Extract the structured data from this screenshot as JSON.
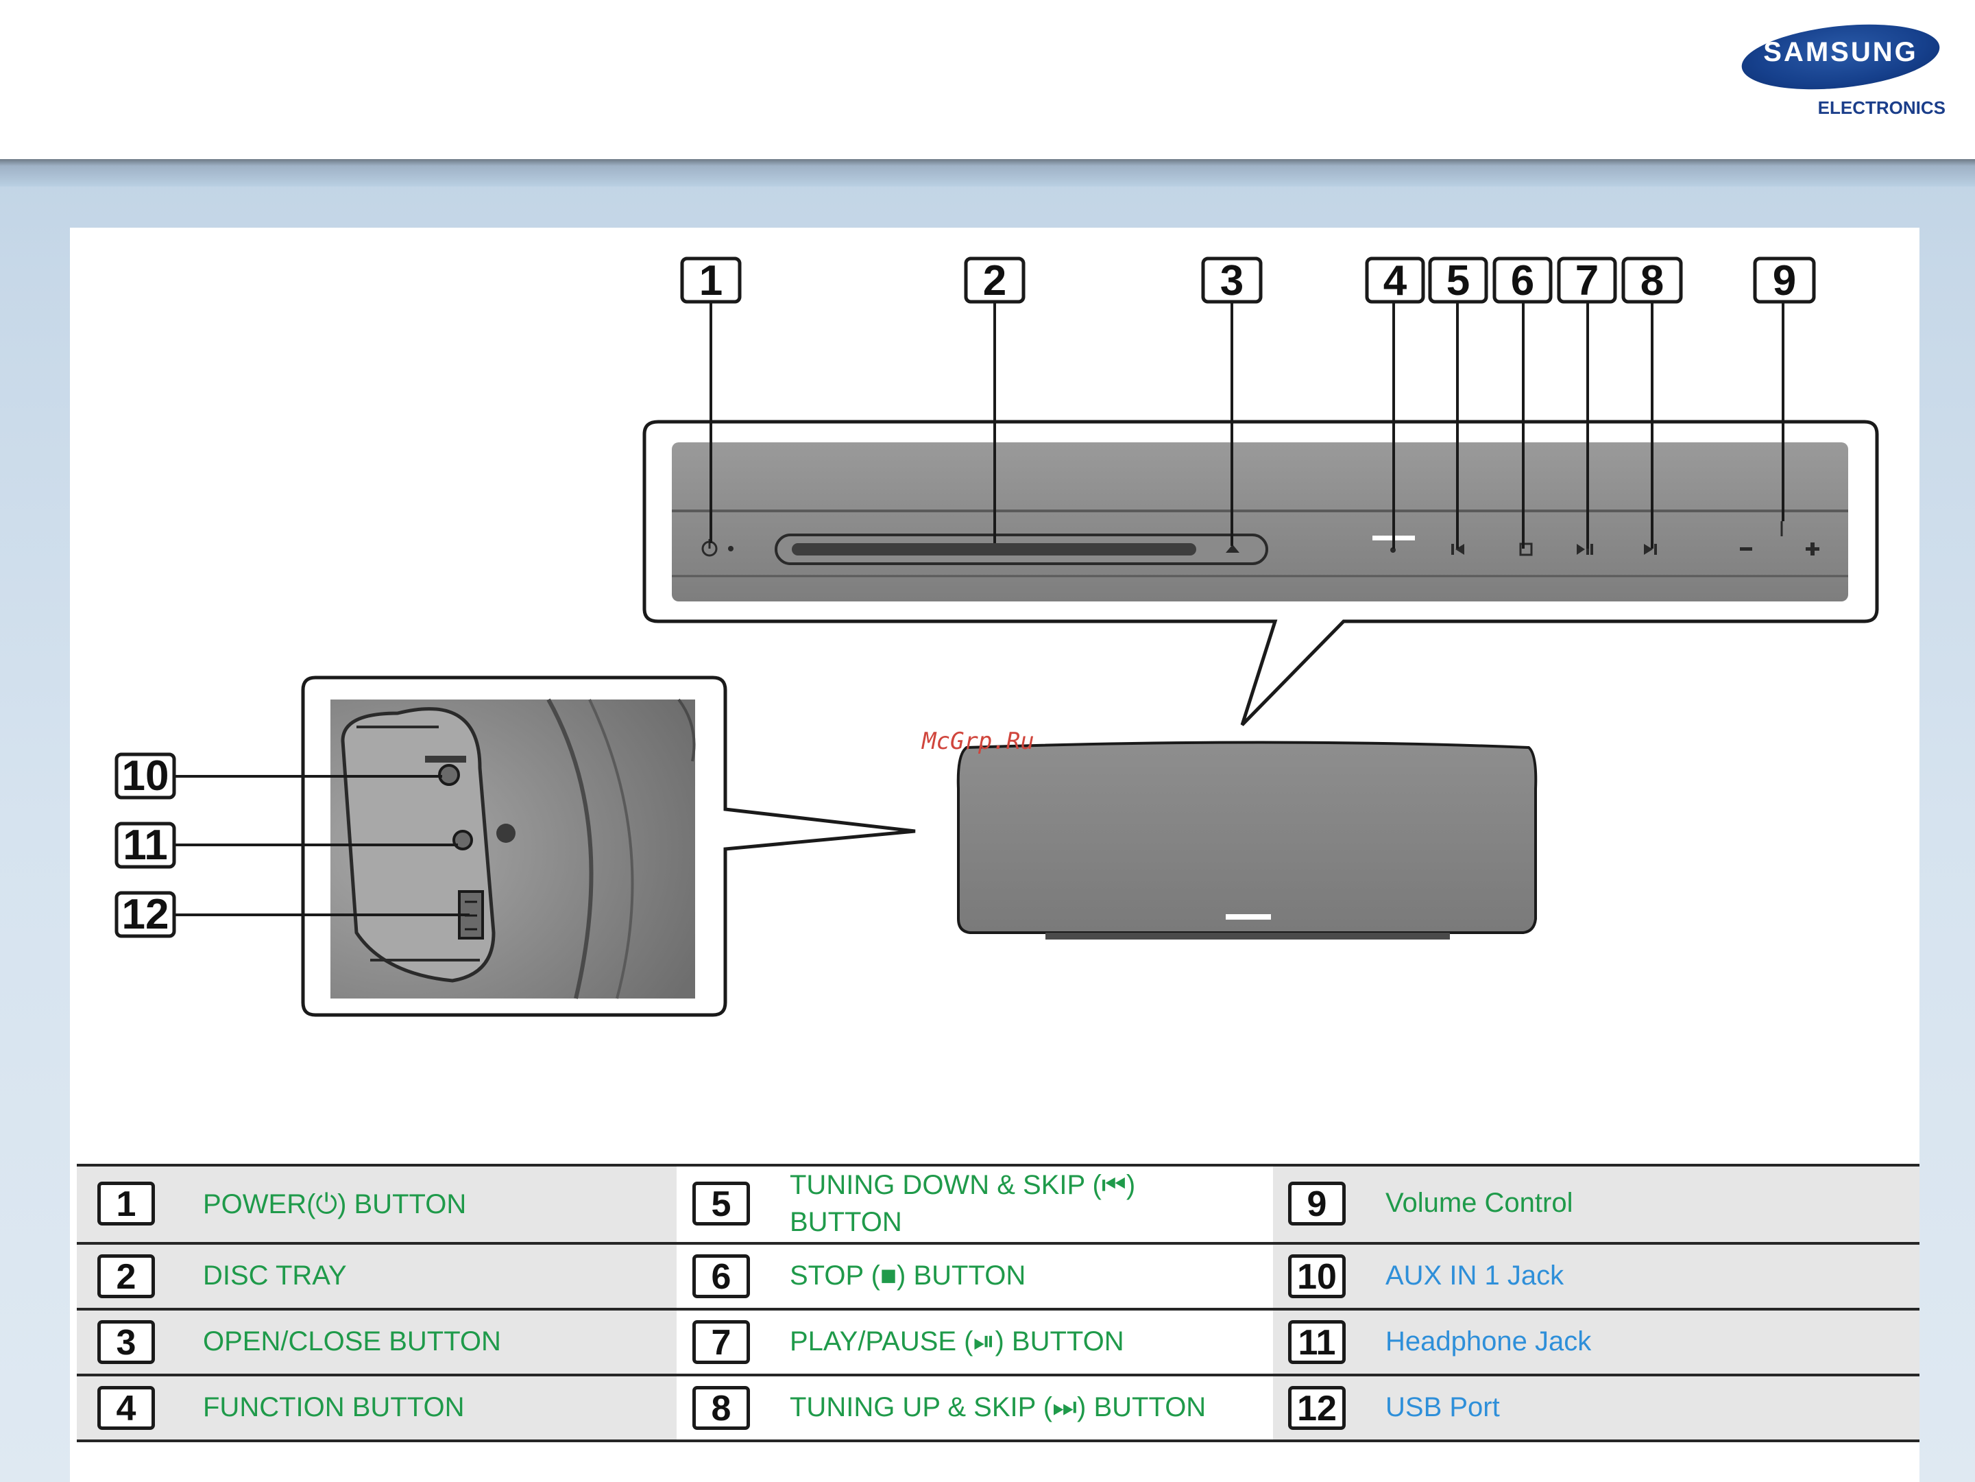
{
  "brand": {
    "name": "SAMSUNG",
    "sub": "ELECTRONICS",
    "colors": {
      "logo": "#16408c",
      "header_bg": "#ffffff",
      "page_bg": "#c7d8e8"
    }
  },
  "callouts": [
    "1",
    "2",
    "3",
    "4",
    "5",
    "6",
    "7",
    "8",
    "9",
    "10",
    "11",
    "12"
  ],
  "watermark": "McGrp.Ru",
  "legend": {
    "colors": {
      "green": "#1f9a4a",
      "blue": "#2e8fd9"
    },
    "rows": [
      {
        "c1": {
          "num": "1",
          "label": "POWER(⏻) BUTTON"
        },
        "c2": {
          "num": "5",
          "label_line1": "TUNING DOWN & SKIP (⏮)",
          "label_line2": "BUTTON"
        },
        "c3": {
          "num": "9",
          "label": "Volume Control"
        }
      },
      {
        "c1": {
          "num": "2",
          "label": "DISC TRAY"
        },
        "c2": {
          "num": "6",
          "label": "STOP (■) BUTTON"
        },
        "c3": {
          "num": "10",
          "label": "AUX IN 1 Jack"
        }
      },
      {
        "c1": {
          "num": "3",
          "label": "OPEN/CLOSE BUTTON"
        },
        "c2": {
          "num": "7",
          "label": "PLAY/PAUSE (⏯) BUTTON"
        },
        "c3": {
          "num": "11",
          "label": "Headphone Jack"
        }
      },
      {
        "c1": {
          "num": "4",
          "label": "FUNCTION BUTTON"
        },
        "c2": {
          "num": "8",
          "label": "TUNING UP & SKIP (⏭) BUTTON"
        },
        "c3": {
          "num": "12",
          "label": "USB Port"
        }
      }
    ]
  }
}
